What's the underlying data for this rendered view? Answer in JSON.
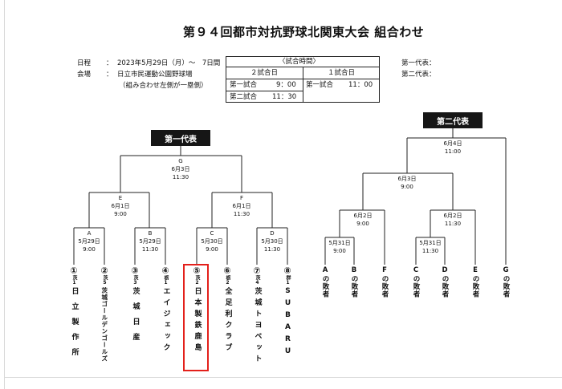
{
  "title": "第９４回都市対抗野球北関東大会 組合わせ",
  "info": {
    "date_label": "日程",
    "date_value": "2023年5月29日（月）～　7日間",
    "venue_label": "会場",
    "venue_value": "日立市民運動公園野球場",
    "note": "（組み合わせ左側が一塁側）"
  },
  "schedule": {
    "header": "〈試合時間〉",
    "col2_title": "２試合日",
    "col1_title": "１試合日",
    "row1_label": "第一試合",
    "row1_time": "9：00",
    "row2_label": "第二試合",
    "row2_time": "11：30",
    "col1_row1_label": "第一試合",
    "col1_row1_time": "11：00"
  },
  "rep_labels": {
    "first": "第一代表：",
    "second": "第二代表："
  },
  "brackets": {
    "first_rep": "第一代表",
    "second_rep": "第二代表"
  },
  "games": {
    "G": {
      "id": "G",
      "date": "6月3日",
      "time": "11:30"
    },
    "E": {
      "id": "E",
      "date": "6月1日",
      "time": "9:00"
    },
    "F": {
      "id": "F",
      "date": "6月1日",
      "time": "11:30"
    },
    "A": {
      "id": "A",
      "date": "5月29日",
      "time": "9:00"
    },
    "B": {
      "id": "B",
      "date": "5月29日",
      "time": "11:30"
    },
    "C": {
      "id": "C",
      "date": "5月30日",
      "time": "9:00"
    },
    "D": {
      "id": "D",
      "date": "5月30日",
      "time": "11:30"
    },
    "R_final": {
      "date": "6月4日",
      "time": "11:00"
    },
    "R_semi": {
      "date": "6月3日",
      "time": "9:00"
    },
    "R_q1": {
      "date": "6月2日",
      "time": "9:00"
    },
    "R_q2": {
      "date": "6月2日",
      "time": "11:30"
    },
    "R_r1": {
      "date": "5月31日",
      "time": "9:00"
    },
    "R_r2": {
      "date": "5月31日",
      "time": "11:30"
    }
  },
  "teams": [
    {
      "num": "①",
      "pref": "茨1",
      "name": "日立製作所",
      "style": "spaced"
    },
    {
      "num": "②",
      "pref": "茨5",
      "name": "茨城ゴールデンゴールズ",
      "style": "tight"
    },
    {
      "num": "③",
      "pref": "茨3",
      "name": "茨城日産",
      "style": "spaced"
    },
    {
      "num": "④",
      "pref": "栃1",
      "name": "エイジェック",
      "style": "mid"
    },
    {
      "num": "⑤",
      "pref": "茨2",
      "name": "日本製鉄鹿島",
      "style": "mid"
    },
    {
      "num": "⑥",
      "pref": "栃2",
      "name": "全足利クラブ",
      "style": "mid"
    },
    {
      "num": "⑦",
      "pref": "茨4",
      "name": "茨城トヨペット",
      "style": "mid"
    },
    {
      "num": "⑧",
      "pref": "群1",
      "name": "SUBARU",
      "style": "mid"
    }
  ],
  "losers": [
    "Aの敗者",
    "Bの敗者",
    "Fの敗者",
    "Cの敗者",
    "Dの敗者",
    "Eの敗者",
    "Gの敗者"
  ]
}
